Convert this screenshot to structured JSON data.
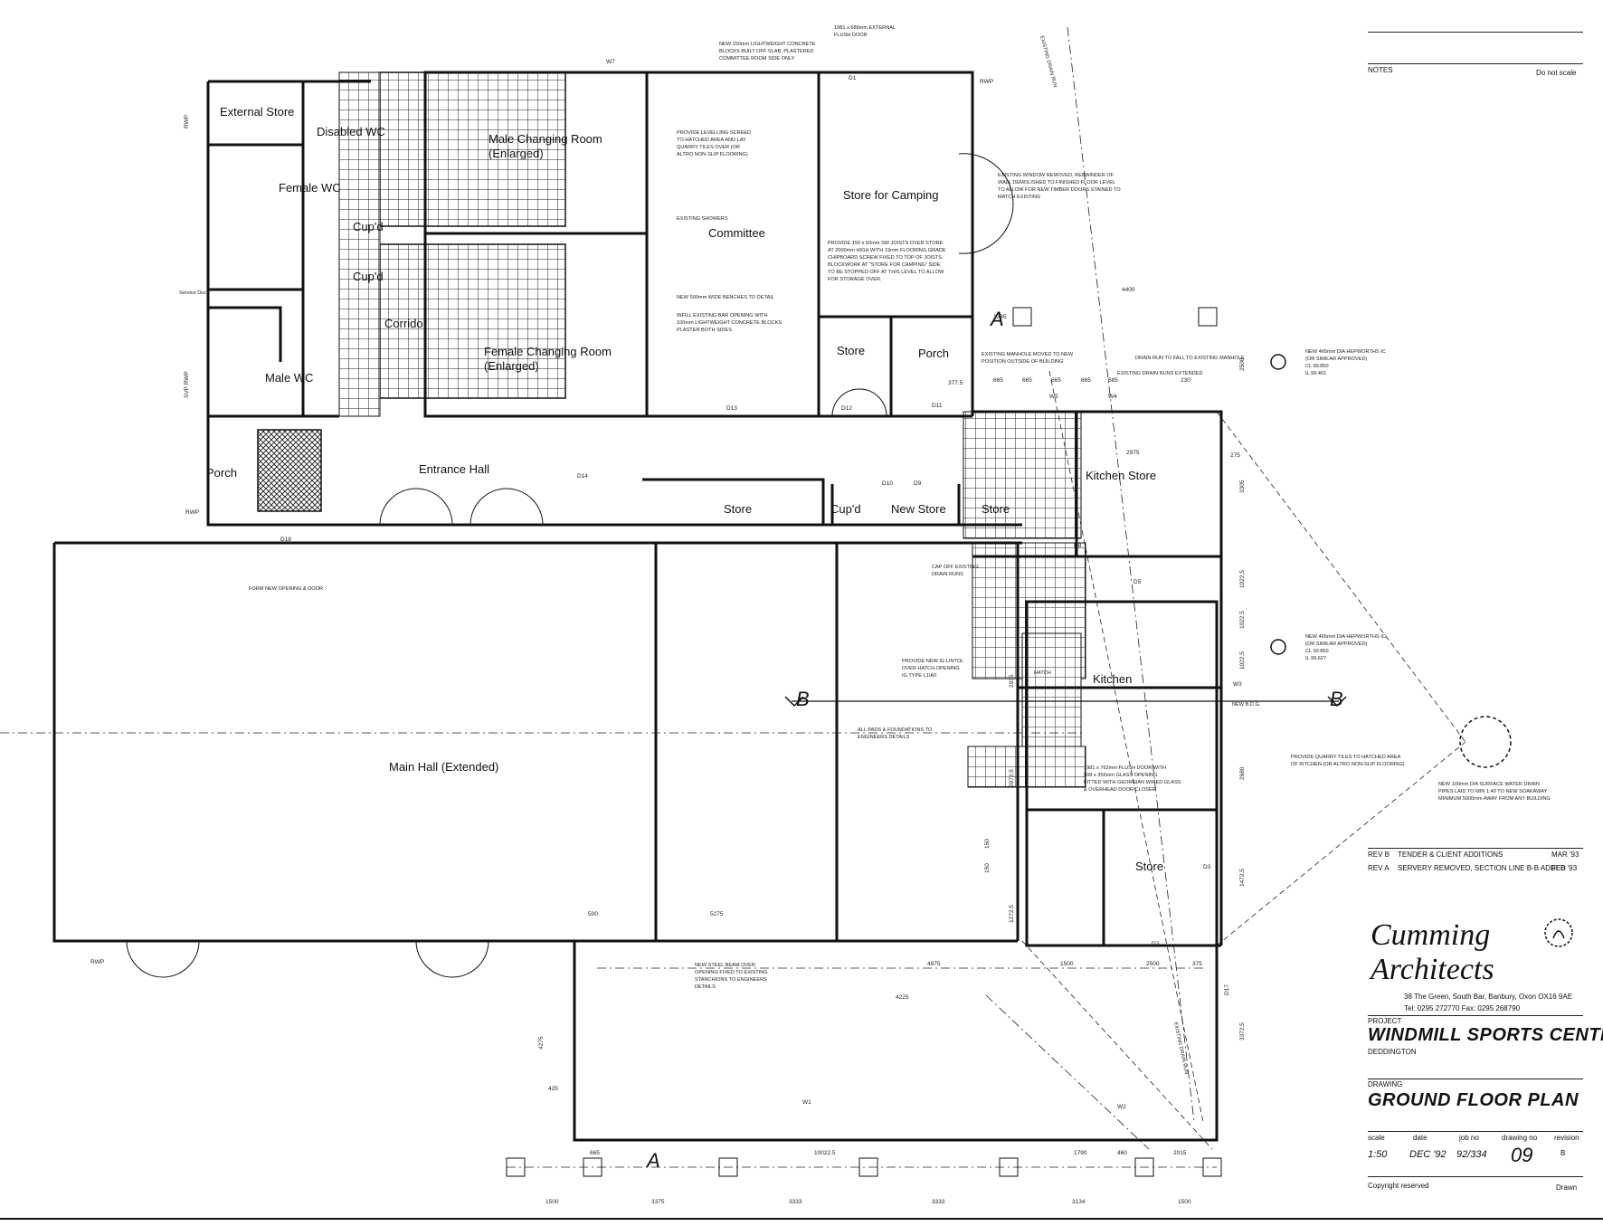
{
  "rooms": {
    "external_store": "External Store",
    "disabled_wc": "Disabled WC",
    "female_wc": "Female WC",
    "cupd_1": "Cup'd",
    "cupd_2": "Cup'd",
    "service_duct": "Service Duct",
    "corridor": "Corridor",
    "male_wc": "Male WC",
    "male_changing": "Male Changing Room",
    "male_changing_sub": "(Enlarged)",
    "female_changing": "Female Changing Room",
    "female_changing_sub": "(Enlarged)",
    "committee": "Committee",
    "store_camping": "Store for Camping",
    "store_1": "Store",
    "porch_1": "Porch",
    "porch_2": "Porch",
    "entrance_hall": "Entrance Hall",
    "store_2": "Store",
    "cupd_3": "Cup'd",
    "new_store": "New Store",
    "store_3": "Store",
    "kitchen_store": "Kitchen Store",
    "kitchen": "Kitchen",
    "store_4": "Store",
    "main_hall": "Main Hall (Extended)",
    "hatch": "HATCH"
  },
  "notes": {
    "concrete_blocks": [
      "NEW 150mm LIGHTWEIGHT CONCRETE",
      "BLOCKS BUILT OFF SLAB, PLASTERED",
      "COMMITTEE ROOM SIDE ONLY"
    ],
    "flush_door": [
      "1981 x 686mm EXTERNAL",
      "FLUSH DOOR"
    ],
    "levelling": [
      "PROVIDE LEVELLING SCREED",
      "TO HATCHED AREA AND LAY",
      "QUARRY TILES OVER (OR",
      "ALTRO NON-SLIP FLOORING)"
    ],
    "showers": [
      "EXISTING SHOWERS"
    ],
    "benches": [
      "NEW 500mm WIDE BENCHES TO DETAIL"
    ],
    "infill": [
      "INFILL EXISTING BAR OPENING WITH",
      "100mm LIGHTWEIGHT CONCRETE BLOCKS",
      "PLASTER BOTH SIDES"
    ],
    "joists": [
      "PROVIDE 150 x 50mm SW JOISTS OVER STORE",
      "AT 2000mm HIGH WITH 19mm FLOORING GRADE",
      "CHIPBOARD SCREW FIXED TO TOP OF JOISTS.",
      "BLOCKWORK AT \"STORE FOR CAMPING\" SIDE",
      "TO BE STOPPED OFF AT THIS LEVEL TO ALLOW",
      "FOR STORAGE OVER."
    ],
    "window": [
      "EXISTING WINDOW REMOVED, REMAINDER OF",
      "WALL DEMOLISHED TO FINISHED FLOOR LEVEL",
      "TO ALLOW FOR NEW TIMBER DOORS STAINED TO",
      "MATCH EXISTING"
    ],
    "manhole": [
      "EXISTING MANHOLE MOVED TO NEW",
      "POSITION OUTSIDE OF BUILDING"
    ],
    "drain_run": [
      "DRAIN RUN TO FALL TO EXISTING MANHOLE"
    ],
    "drain_extended": [
      "EXISTING DRAIN RUNS EXTENDED"
    ],
    "ic_1": [
      "NEW 465mm DIA HEPWORTHS IC",
      "(OR SIMILAR APPROVED)",
      "CL  99.850",
      "IL  99.461"
    ],
    "ic_2": [
      "NEW 465mm DIA HEPWORTHS IC",
      "(OR SIMILAR APPROVED)",
      "CL  99.850",
      "IL  99.627"
    ],
    "cap_off": [
      "CAP OFF EXISTING",
      "DRAIN RUNS"
    ],
    "lintol": [
      "PROVIDE NEW IG LINTOL",
      "OVER HATCH OPENING",
      "IG TYPE L1/A0"
    ],
    "pads": [
      "ALL PADS & FOUNDATIONS TO",
      "ENGINEERS DETAILS"
    ],
    "quarry": [
      "PROVIDE QUARRY TILES TO HATCHED AREA",
      "OF KITCHEN (OR ALTRO NON-SLIP FLOORING)"
    ],
    "glass_door": [
      "1981 x 762mm FLUSH DOOR WITH",
      "508 x 356mm GLASS OPENING",
      "FITTED WITH GEORGIAN WIRED GLASS",
      "& OVERHEAD DOOR CLOSER"
    ],
    "surface_water": [
      "NEW 100mm DIA SURFACE WATER DRAIN",
      "PIPES LAID TO MIN 1:40 TO NEW SOAKAWAY",
      "MINIMUM 5000mm AWAY FROM ANY BUILDING"
    ],
    "form_opening": [
      "FORM NEW OPENING & DOOR"
    ],
    "steel_beam": [
      "NEW STEEL BEAM OVER",
      "OPENING FIXED TO EXISTING",
      "STANCHIONS TO ENGINEERS",
      "DETAILS"
    ],
    "drain_run_v1": "EXISTING DRAIN RUN",
    "drain_run_v2": "EXISTING DRAIN RUN",
    "new_bdg": "NEW B.D.G."
  },
  "dimensions": {
    "d4400": "4400",
    "d1385": "1385",
    "d2500a": "2500",
    "d665a": "665",
    "d665b": "665",
    "d665c": "665",
    "d665d": "665",
    "d685a": "685",
    "d230": "230",
    "d2975": "2975",
    "d3305": "3305",
    "d10225a": "1022.5",
    "d10225b": "1022.5",
    "d10225c": "1022.5",
    "d2680": "2680",
    "d14725": "1472.5",
    "d33725": "3372.5",
    "d500": "500",
    "d5275": "5275",
    "d4875": "4875",
    "d4225": "4225",
    "d1500a": "1500",
    "d2500b": "2500",
    "d375": "375",
    "d4275": "4275",
    "d425": "425",
    "d665e": "665",
    "d100225": "10022.5",
    "d1790": "1790",
    "d460": "460",
    "d2015": "2015",
    "d1500b": "1500",
    "d3375": "3375",
    "d3333a": "3333",
    "d3333b": "3333",
    "d3134": "3134",
    "d1500c": "1500",
    "d2935": "2935",
    "d29725": "2972.5",
    "d12725": "1272.5",
    "d150a": "150",
    "d150b": "150",
    "d3775": "377.5",
    "d275": "275"
  },
  "tags": {
    "w7": "W7",
    "d1": "D1",
    "d13": "D13",
    "d14": "D14",
    "d12": "D12",
    "d11": "D11",
    "d10": "D10",
    "d9": "D9",
    "d18": "D18",
    "d8": "D8",
    "d5": "D5",
    "d3": "D3",
    "d2": "D2",
    "d17": "D17",
    "w1": "W1",
    "w2": "W2",
    "w3": "W3",
    "w5": "W5",
    "w4": "W4",
    "rwp1": "RWP",
    "rwp2": "RWP",
    "rwp3": "RWP",
    "rwp4": "RWP",
    "svp": "SVP RWP"
  },
  "sections": {
    "a_top": "A",
    "a_bottom": "A",
    "b_left": "B",
    "b_right": "B"
  },
  "title_block": {
    "notes_label": "NOTES",
    "do_not_scale": "Do not scale",
    "rev_b_code": "REV B",
    "rev_b_text": "TENDER & CLIENT ADDITIONS",
    "rev_b_date": "MAR '93",
    "rev_a_code": "REV A",
    "rev_a_text": "SERVERY REMOVED, SECTION LINE B-B ADDED",
    "rev_a_date": "FEB '93",
    "firm_name": "Cumming Architects",
    "firm_address": "38 The Green, South Bar, Banbury, Oxon OX16 9AE",
    "firm_tel": "Tel: 0295 272770  Fax: 0295 268790",
    "project_label": "PROJECT",
    "project_name": "WINDMILL SPORTS CENTRE",
    "project_location": "DEDDINGTON",
    "drawing_label": "DRAWING",
    "drawing_name": "GROUND FLOOR PLAN",
    "scale_label": "scale",
    "date_label": "date",
    "jobno_label": "job no",
    "drawingno_label": "drawing no",
    "revision_label": "revision",
    "scale_value": "1:50",
    "date_value": "DEC '92",
    "jobno_value": "92/334",
    "drawingno_value": "09",
    "revision_value": "B",
    "copyright": "Copyright reserved",
    "drawn": "Drawn"
  },
  "colors": {
    "ink": "#111111",
    "paper": "#ffffff",
    "tile": "#333333"
  }
}
